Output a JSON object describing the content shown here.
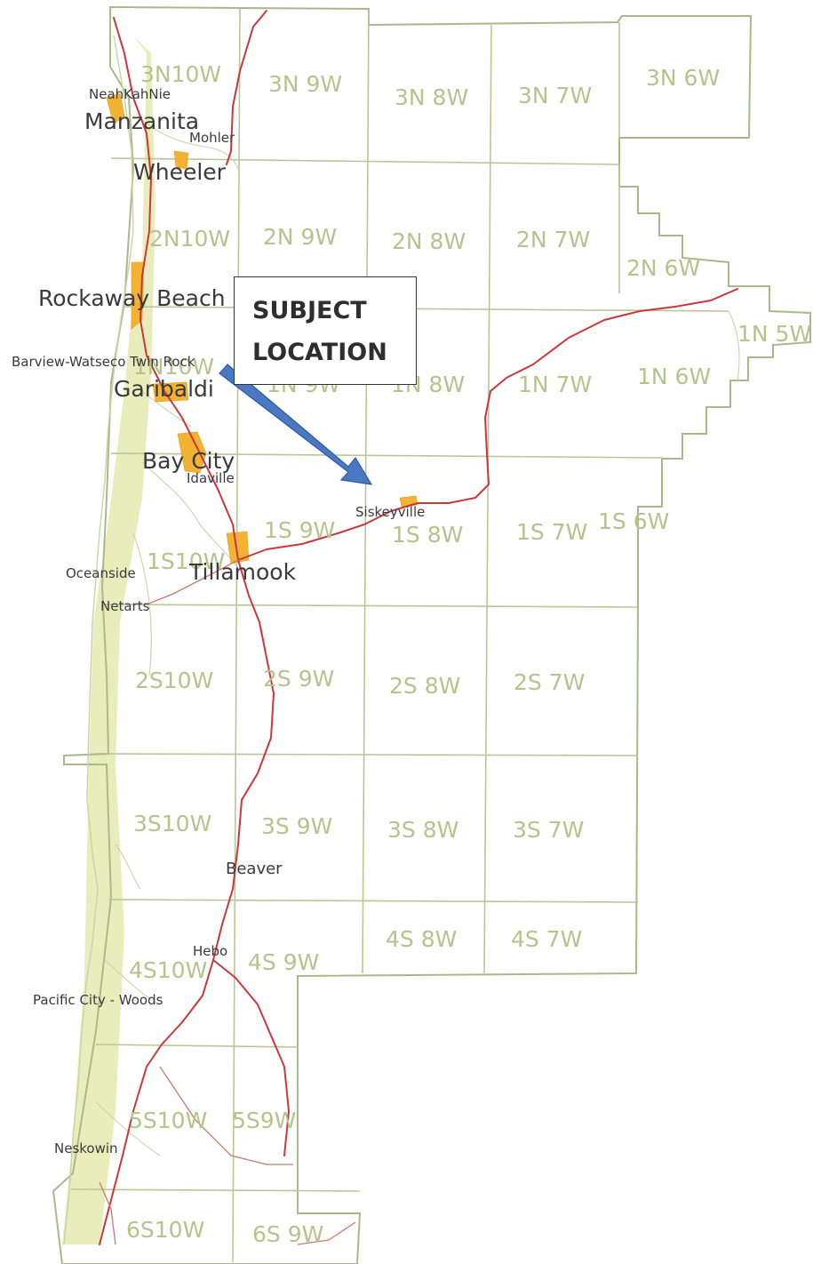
{
  "map": {
    "callout": {
      "line1": "SUBJECT",
      "line2": "LOCATION"
    },
    "townships": [
      "3N10W",
      "3N 9W",
      "3N 8W",
      "3N 7W",
      "3N 6W",
      "2N10W",
      "2N 9W",
      "2N 8W",
      "2N 7W",
      "2N 6W",
      "1N10W",
      "1N 9W",
      "1N 8W",
      "1N 7W",
      "1N 6W",
      "1N 5W",
      "1S10W",
      "1S 9W",
      "1S 8W",
      "1S 7W",
      "1S 6W",
      "2S10W",
      "2S 9W",
      "2S 8W",
      "2S 7W",
      "3S10W",
      "3S 9W",
      "3S 8W",
      "3S 7W",
      "4S10W",
      "4S 9W",
      "4S 8W",
      "4S 7W",
      "5S10W",
      "5S9W",
      "6S10W",
      "6S 9W"
    ],
    "towns": [
      "NeahKahNie",
      "Manzanita",
      "Mohler",
      "Wheeler",
      "Rockaway Beach",
      "Barview-Watseco Twin Rock",
      "Garibaldi",
      "Bay City",
      "Idaville",
      "Siskeyville",
      "Oceanside",
      "Tillamook",
      "Netarts",
      "Beaver",
      "Hebo",
      "Pacific City - Woods",
      "Neskowin"
    ],
    "colors": {
      "grid": "#b8c79a",
      "road": "#c8383c",
      "city": "#f2b233",
      "arrow": "#4a78c2",
      "label": "#b4c48c"
    }
  }
}
